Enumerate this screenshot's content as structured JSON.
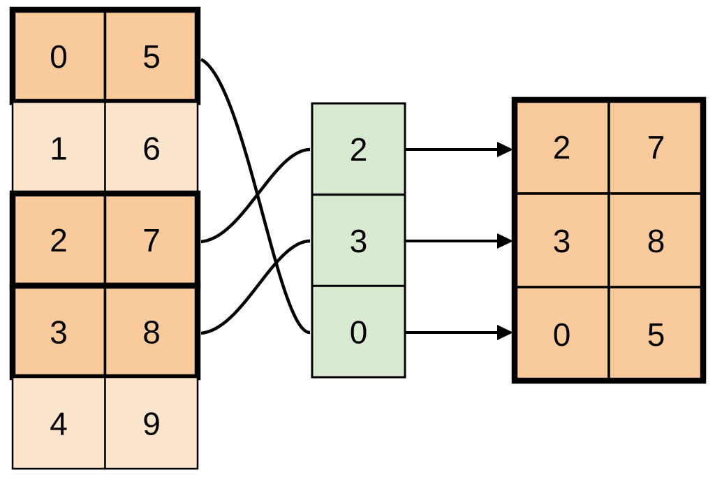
{
  "colors": {
    "highlight_fill": "#F9CB9C",
    "normal_fill": "#FCE5CD",
    "index_fill": "#D9EAD3",
    "stroke": "#000000",
    "background": "#FFFFFF"
  },
  "source_table": {
    "rows": [
      {
        "highlighted": true,
        "cells": [
          "0",
          "5"
        ]
      },
      {
        "highlighted": false,
        "cells": [
          "1",
          "6"
        ]
      },
      {
        "highlighted": true,
        "cells": [
          "2",
          "7"
        ]
      },
      {
        "highlighted": true,
        "cells": [
          "3",
          "8"
        ]
      },
      {
        "highlighted": false,
        "cells": [
          "4",
          "9"
        ]
      }
    ]
  },
  "index_column": {
    "values": [
      "2",
      "3",
      "0"
    ]
  },
  "result_table": {
    "rows": [
      {
        "cells": [
          "2",
          "7"
        ]
      },
      {
        "cells": [
          "3",
          "8"
        ]
      },
      {
        "cells": [
          "0",
          "5"
        ]
      }
    ]
  }
}
